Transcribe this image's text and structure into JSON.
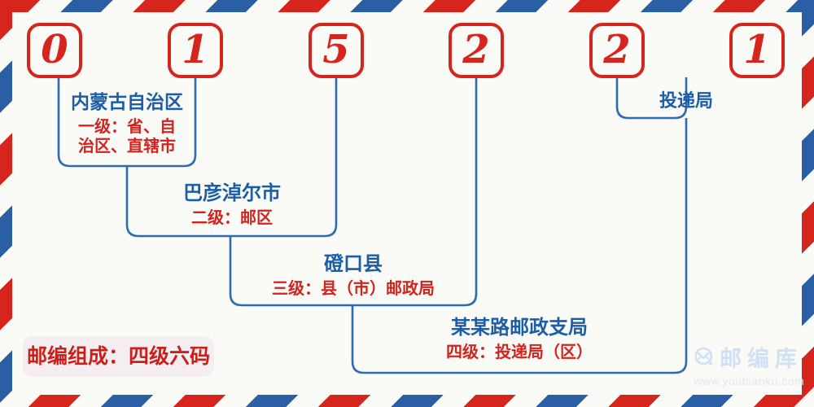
{
  "digits": [
    "0",
    "1",
    "5",
    "2",
    "2",
    "1"
  ],
  "annotations": {
    "level1": {
      "region": "内蒙古自治区",
      "desc_line1": "一级：省、自",
      "desc_line2": "治区、直辖市"
    },
    "level2": {
      "region": "巴彦淖尔市",
      "desc": "二级：邮区"
    },
    "level3": {
      "region": "磴口县",
      "desc": "三级：县（市）邮政局"
    },
    "level4": {
      "region": "某某路邮政支局",
      "desc": "四级：投递局（区）"
    },
    "delivery": {
      "label": "投递局"
    }
  },
  "badge": {
    "text": "邮编组成：四级六码"
  },
  "watermark": {
    "brand": "邮编库",
    "url": "www.youbianku.com",
    "icon": "envelope-circle-icon"
  },
  "colors": {
    "stripe_red": "#d6251d",
    "stripe_blue": "#2a5fa5",
    "box_red": "#d6251d",
    "line_blue": "#2d6bb2",
    "text_blue": "#1b5ea6",
    "text_red": "#d2231f",
    "badge_bg": "#f4eef0",
    "badge_text": "#c9201c",
    "watermark_blue": "#d2e0f3",
    "background": "#fafaf6"
  }
}
